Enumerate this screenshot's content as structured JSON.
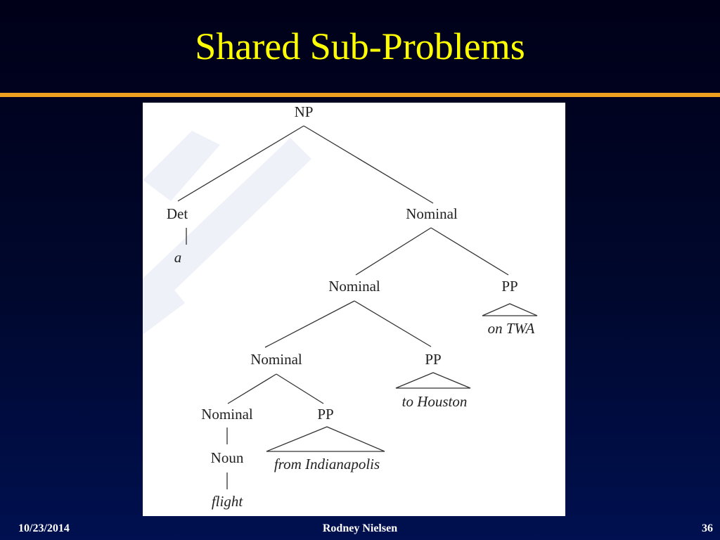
{
  "slide": {
    "title": "Shared Sub-Problems",
    "footer_date": "10/23/2014",
    "footer_author": "Rodney Nielsen",
    "page_number": "36",
    "colors": {
      "background": "#000830",
      "title": "#ffff00",
      "rule": "#f0a020",
      "footer": "#ffffff"
    }
  },
  "tree": {
    "nodes": {
      "np": "NP",
      "det": "Det",
      "det_word": "a",
      "nominal_1": "Nominal",
      "nominal_2": "Nominal",
      "pp_1": "PP",
      "pp_1_words": "on TWA",
      "nominal_3": "Nominal",
      "pp_2": "PP",
      "pp_2_words": "to Houston",
      "nominal_4": "Nominal",
      "pp_3": "PP",
      "pp_3_words": "from Indianapolis",
      "noun": "Noun",
      "noun_word": "flight"
    }
  }
}
